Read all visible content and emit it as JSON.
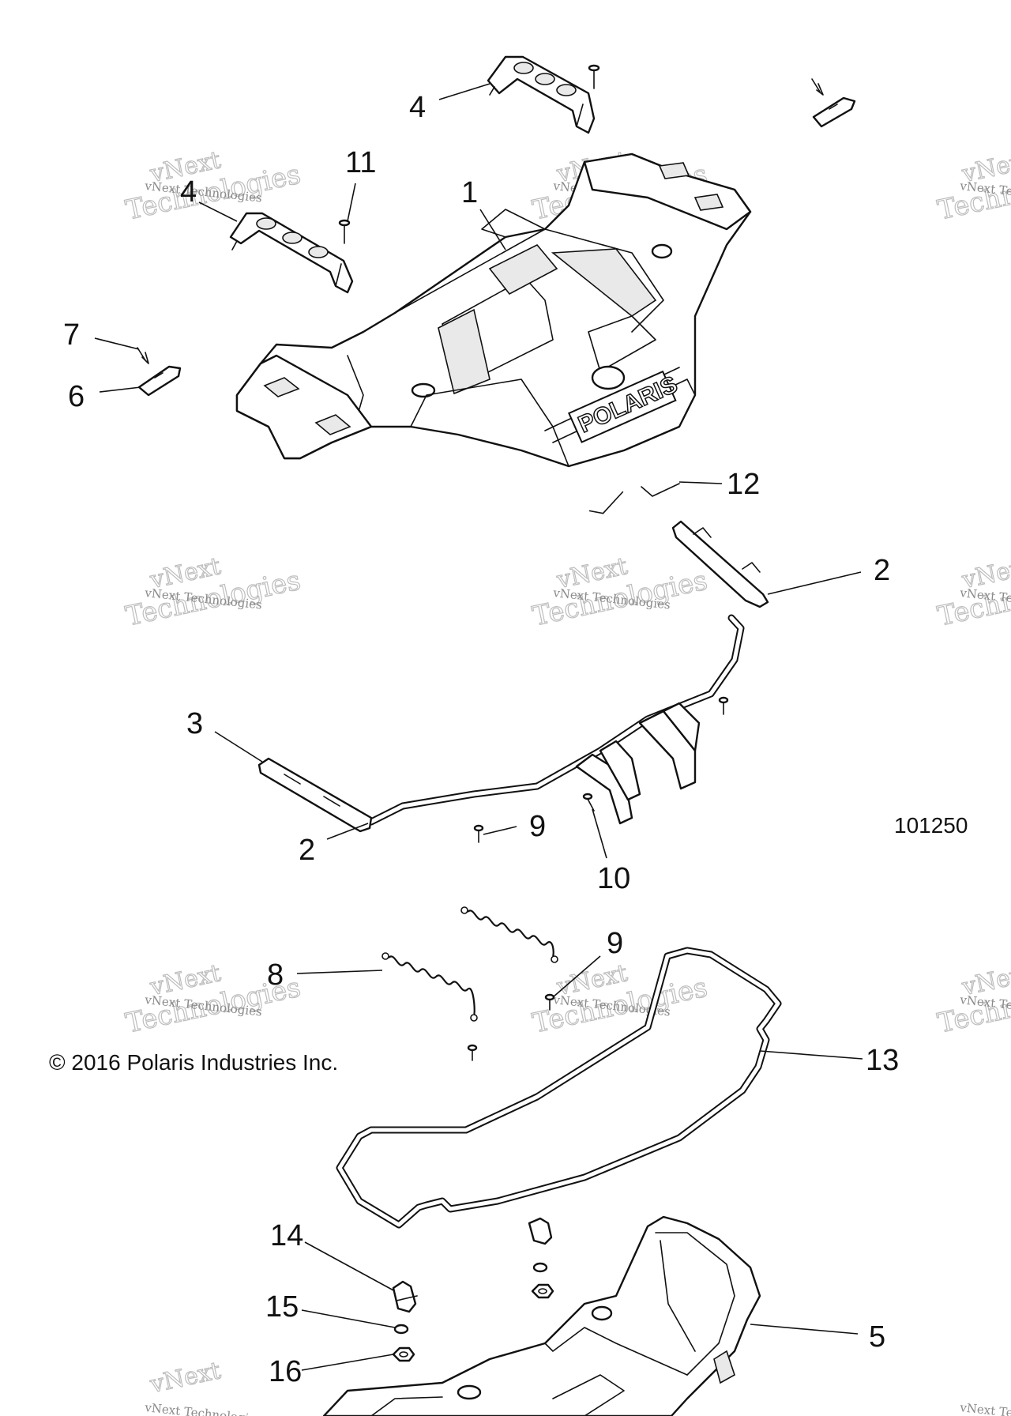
{
  "diagram": {
    "figure_number": "101250",
    "copyright": "© 2016 Polaris Industries Inc.",
    "brand_mark": "POLARIS",
    "watermark": {
      "line1": "vNext",
      "line2": "Technologies",
      "small": "vNext Technologies"
    },
    "callouts": {
      "c1": "1",
      "c2a": "2",
      "c2b": "2",
      "c3": "3",
      "c4a": "4",
      "c4b": "4",
      "c5": "5",
      "c6": "6",
      "c7": "7",
      "c8": "8",
      "c9a": "9",
      "c9b": "9",
      "c10": "10",
      "c11": "11",
      "c12": "12",
      "c13": "13",
      "c14": "14",
      "c15": "15",
      "c16": "16"
    }
  }
}
